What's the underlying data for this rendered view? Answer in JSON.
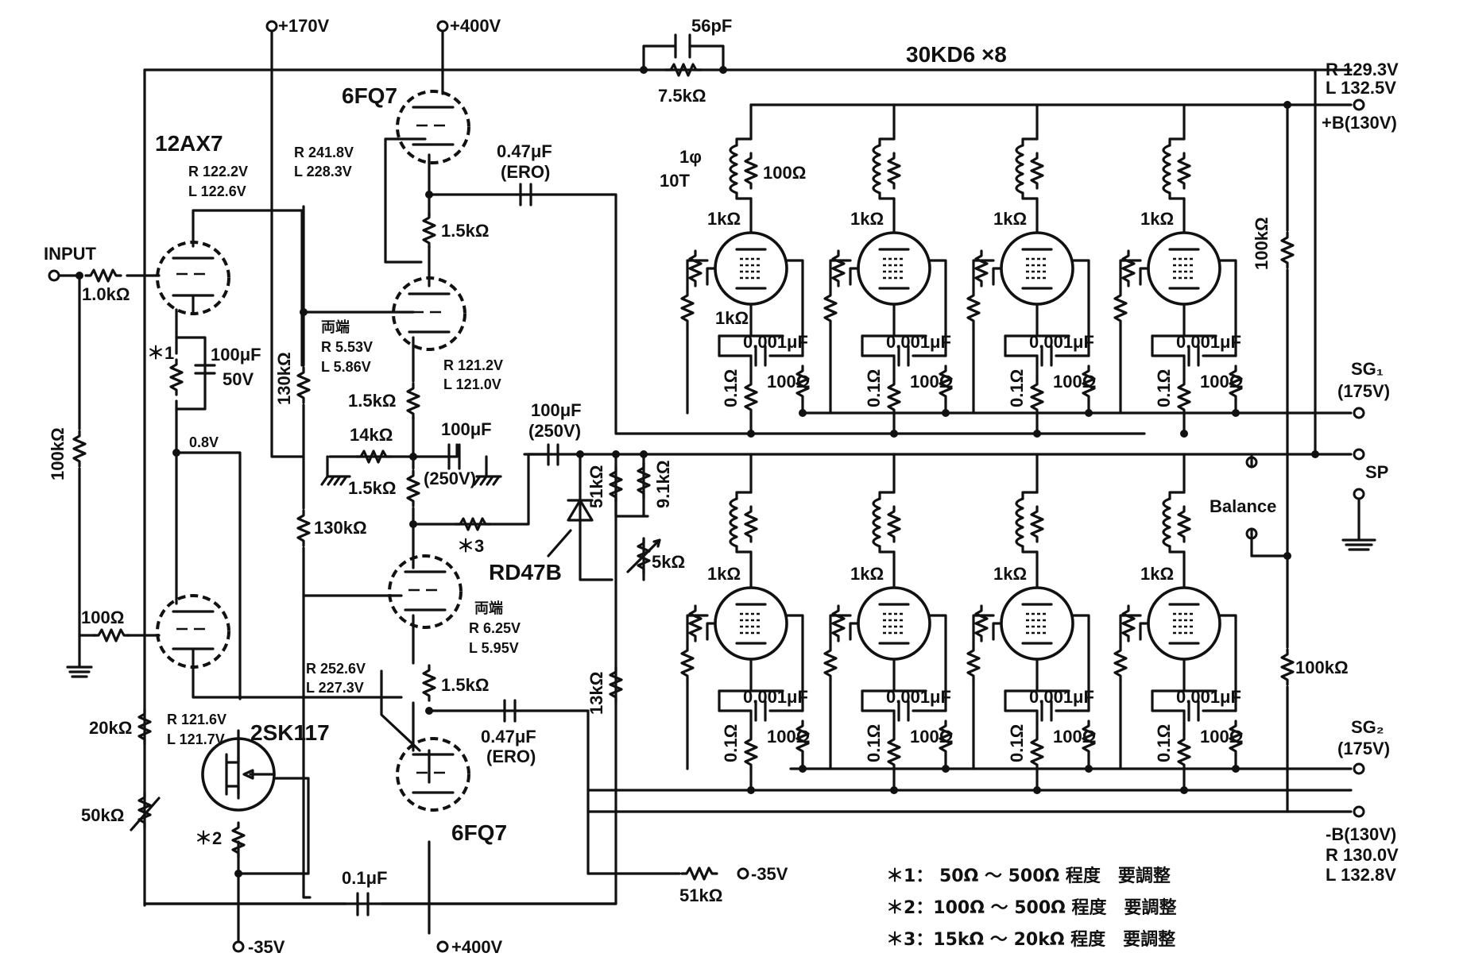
{
  "title": "30KD6 ×8",
  "tubes": {
    "input": "12AX7",
    "driver_top": "6FQ7",
    "driver_bottom": "6FQ7",
    "fet": "2SK117",
    "diode": "RD47B"
  },
  "terminals": {
    "input": "INPUT",
    "sp": "SP",
    "balance": "Balance",
    "p170": "+170V",
    "p400_top": "+400V",
    "p400_bot": "+400V",
    "m35_left": "-35V",
    "m35_right": "-35V",
    "plus_b": "+B(130V)",
    "plus_b_r": "R 129.3V",
    "plus_b_l": "L 132.5V",
    "sg1": "SG₁",
    "sg1_v": "(175V)",
    "sg2": "SG₂",
    "sg2_v": "(175V)",
    "minus_b": "-B(130V)",
    "minus_b_r": "R 130.0V",
    "minus_b_l": "L 132.8V"
  },
  "voltages": {
    "ax7_r": "R 122.2V",
    "ax7_l": "L 122.6V",
    "fq7_top_r": "R 241.8V",
    "fq7_top_l": "L 228.3V",
    "both_ends_1": "両端",
    "both1_r": "R 5.53V",
    "both1_l": "L 5.86V",
    "mid_r": "R 121.2V",
    "mid_l": "L 121.0V",
    "both_ends_2": "両端",
    "both2_r": "R 6.25V",
    "both2_l": "L 5.95V",
    "fq7_bot_r": "R 252.6V",
    "fq7_bot_l": "L 227.3V",
    "fet_r": "R 121.6V",
    "fet_l": "L 121.7V",
    "v08": "0.8V"
  },
  "components": {
    "c56p": "56pF",
    "r7k5": "7.5kΩ",
    "r1k_in": "1.0kΩ",
    "r100k_in": "100kΩ",
    "r100_grid": "100Ω",
    "r20k": "20kΩ",
    "r50k": "50kΩ",
    "star1": "＊1",
    "c100u50": "100μF",
    "v50": "50V",
    "r130k_a": "130kΩ",
    "r130k_b": "130kΩ",
    "r1k5_a": "1.5kΩ",
    "r1k5_b": "1.5kΩ",
    "r1k5_c": "1.5kΩ",
    "r1k5_d": "1.5kΩ",
    "r14k": "14kΩ",
    "c100u250_a": "100μF",
    "v250_a": "(250V)",
    "c100u250_b": "100μF",
    "v250_b": "(250V)",
    "c047_a": "0.47μF",
    "ero_a": "(ERO)",
    "c047_b": "0.47μF",
    "ero_b": "(ERO)",
    "star3": "＊3",
    "r51k_a": "51kΩ",
    "r9k1": "9.1kΩ",
    "r5k": "5kΩ",
    "r13k": "13kΩ",
    "r51k_b": "51kΩ",
    "star2": "＊2",
    "c01u": "0.1μF",
    "coil": "1φ",
    "coil_turns": "10T",
    "r100_coil": "100Ω",
    "r1k_g": "1kΩ",
    "c0001": "0.001μF",
    "r0_1": "0.1Ω",
    "r100_sg": "100Ω",
    "r100k_side_a": "100kΩ",
    "r100k_side_b": "100kΩ"
  },
  "notes": [
    "＊1： 50Ω ～ 500Ω 程度　要調整",
    "＊2：100Ω ～ 500Ω 程度　要調整",
    "＊3：15kΩ ～ 20kΩ 程度　要調整"
  ]
}
